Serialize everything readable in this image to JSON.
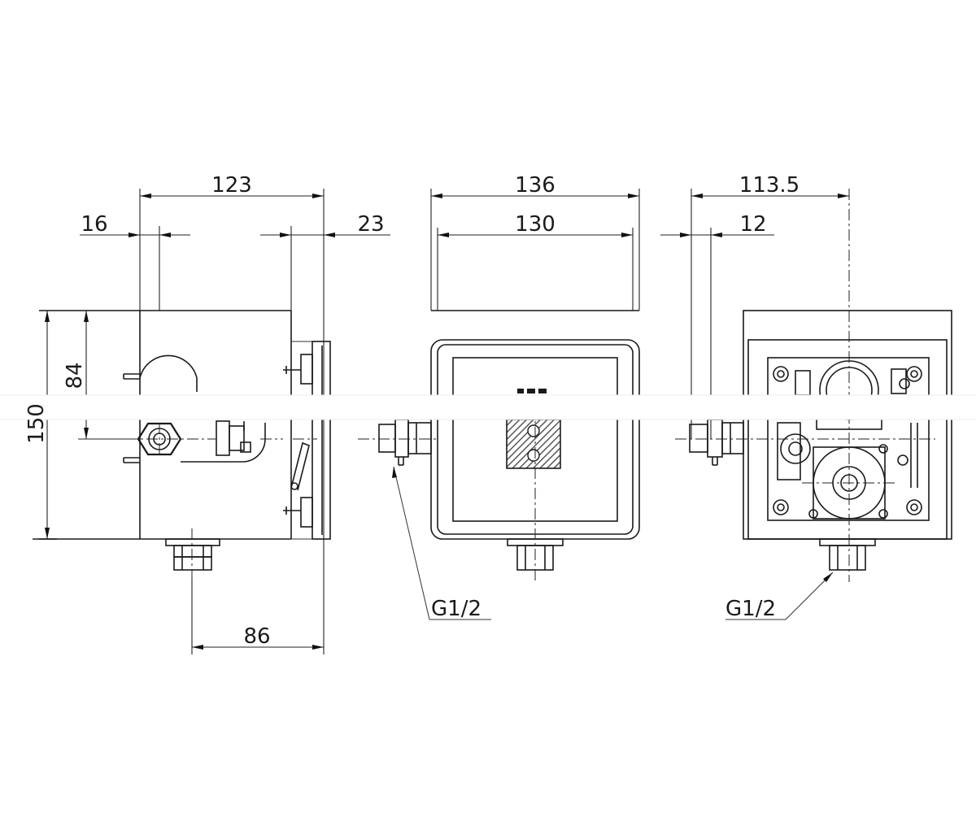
{
  "dimensions": {
    "side_width": "123",
    "side_offset_left": "16",
    "side_offset_right": "23",
    "side_height_total": "150",
    "side_height_center": "84",
    "side_outlet_offset": "86",
    "front_width_outer": "136",
    "front_width_inner": "130",
    "rear_width": "113.5",
    "rear_offset": "12"
  },
  "callouts": {
    "front_thread": "G1/2",
    "rear_thread": "G1/2"
  },
  "colors": {
    "line": "#1a1a1a",
    "background": "#ffffff",
    "hatch": "#555555"
  }
}
